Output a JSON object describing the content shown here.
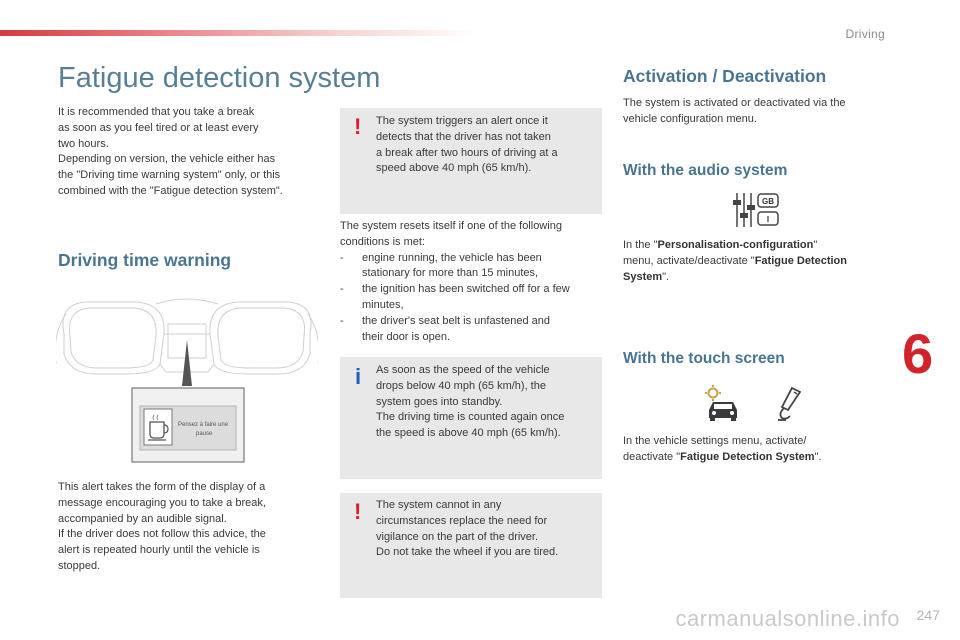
{
  "header": {
    "section": "Driving"
  },
  "chapter_number": "6",
  "page_number": "247",
  "watermark": "carmanualsonline.info",
  "title": "Fatigue detection system",
  "intro": [
    "It is recommended that you take a break",
    "as soon as you feel tired or at least every",
    "two hours.",
    "Depending on version, the vehicle either has",
    "the \"Driving time warning system\" only, or this",
    "combined with the \"Fatigue detection system\"."
  ],
  "warning1": [
    "The system triggers an alert once it",
    "detects that the driver has not taken",
    "a break after two hours of driving at a",
    "speed above 40 mph (65 km/h)."
  ],
  "driving_time": {
    "heading": "Driving time warning",
    "display_message": [
      "Pensez à faire une",
      "pause"
    ],
    "desc": [
      "This alert takes the form of the display of a",
      "message encouraging you to take a break,",
      "accompanied by an audible signal.",
      "If the driver does not follow this advice, the",
      "alert is repeated hourly until the vehicle is",
      "stopped."
    ]
  },
  "reset": {
    "intro": [
      "The system resets itself if one of the following",
      "conditions is met:"
    ],
    "conditions": [
      [
        "engine running, the vehicle has been",
        "stationary for more than 15 minutes,"
      ],
      [
        "the ignition has been switched off for a few",
        "minutes,"
      ],
      [
        "the driver's seat belt is unfastened and",
        "their door is open."
      ]
    ]
  },
  "info1": [
    "As soon as the speed of the vehicle",
    "drops below 40 mph (65 km/h), the",
    "system goes into standby.",
    "The driving time is counted again once",
    "the speed is above 40 mph (65 km/h)."
  ],
  "warning2": [
    "The system cannot in any",
    "circumstances replace the need for",
    "vigilance on the part of the driver.",
    "Do not take the wheel if you are tired."
  ],
  "activation": {
    "heading": "Activation / Deactivation",
    "text": [
      "The system is activated or deactivated via the",
      "vehicle configuration menu."
    ]
  },
  "audio": {
    "heading": "With the audio system",
    "icon_labels": [
      "GB",
      "I"
    ],
    "line1_pre": "In the \"",
    "line1_bold": "Personalisation-configuration",
    "line1_post": "\"",
    "line2_pre": "menu, activate/deactivate \"",
    "line2_bold": "Fatigue Detection",
    "line3_bold": "System",
    "line3_post": "\"."
  },
  "touch": {
    "heading": "With the touch screen",
    "line1": "In the vehicle settings menu, activate/",
    "line2_pre": "deactivate \"",
    "line2_bold": "Fatigue Detection System",
    "line2_post": "\"."
  },
  "colors": {
    "heading": "#4a7590",
    "warning": "#e0192c",
    "info": "#1c5fb8",
    "box_bg": "#e8e8e8",
    "chapter": "#d2232a"
  },
  "icons": {
    "warning": "!",
    "info": "i"
  }
}
